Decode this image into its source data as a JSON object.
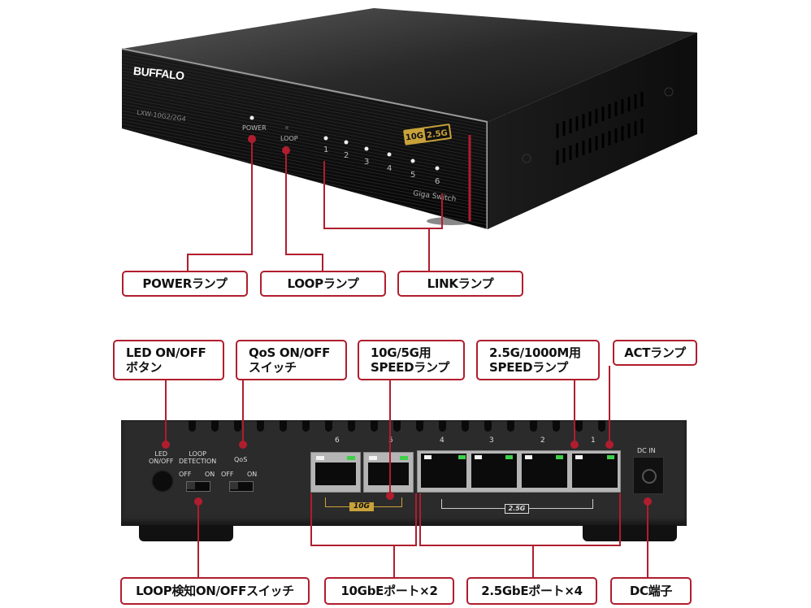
{
  "front_view": {
    "brand": "BUFFALO",
    "model": "LXW-10G2/2G4",
    "badge_10g": "10G",
    "badge_25g": "2.5G",
    "series_label": "Giga Switch",
    "led_labels": {
      "power": "POWER",
      "loop": "LOOP"
    },
    "port_numbers": [
      "1",
      "2",
      "3",
      "4",
      "5",
      "6"
    ]
  },
  "front_callouts": [
    {
      "label": "POWERランプ"
    },
    {
      "label": "LOOPランプ"
    },
    {
      "label": "LINKランプ"
    }
  ],
  "rear_view": {
    "led_button_label_1": "LED",
    "led_button_label_2": "ON/OFF",
    "loop_label_1": "LOOP",
    "loop_label_2": "DETECTION",
    "qos_label": "QoS",
    "off_label": "OFF",
    "on_label": "ON",
    "port_numbers": [
      "6",
      "5",
      "4",
      "3",
      "2",
      "1"
    ],
    "badge_10g": "10G",
    "badge_25g": "2.5G",
    "dc_in_label": "DC IN"
  },
  "rear_top_callouts": [
    {
      "line1": "LED ON/OFF",
      "line2": "ボタン"
    },
    {
      "line1": "QoS ON/OFF",
      "line2": "スイッチ"
    },
    {
      "line1": "10G/5G用",
      "line2": "SPEEDランプ"
    },
    {
      "line1": "2.5G/1000M用",
      "line2": "SPEEDランプ"
    },
    {
      "line1": "ACTランプ",
      "line2": ""
    }
  ],
  "rear_bottom_callouts": [
    {
      "label": "LOOP検知ON/OFFスイッチ"
    },
    {
      "label": "10GbEポート×2"
    },
    {
      "label": "2.5GbEポート×4"
    },
    {
      "label": "DC端子"
    }
  ],
  "colors": {
    "accent": "#b01d2e",
    "gold": "#c9a23a",
    "led_green": "#3fd04a"
  }
}
